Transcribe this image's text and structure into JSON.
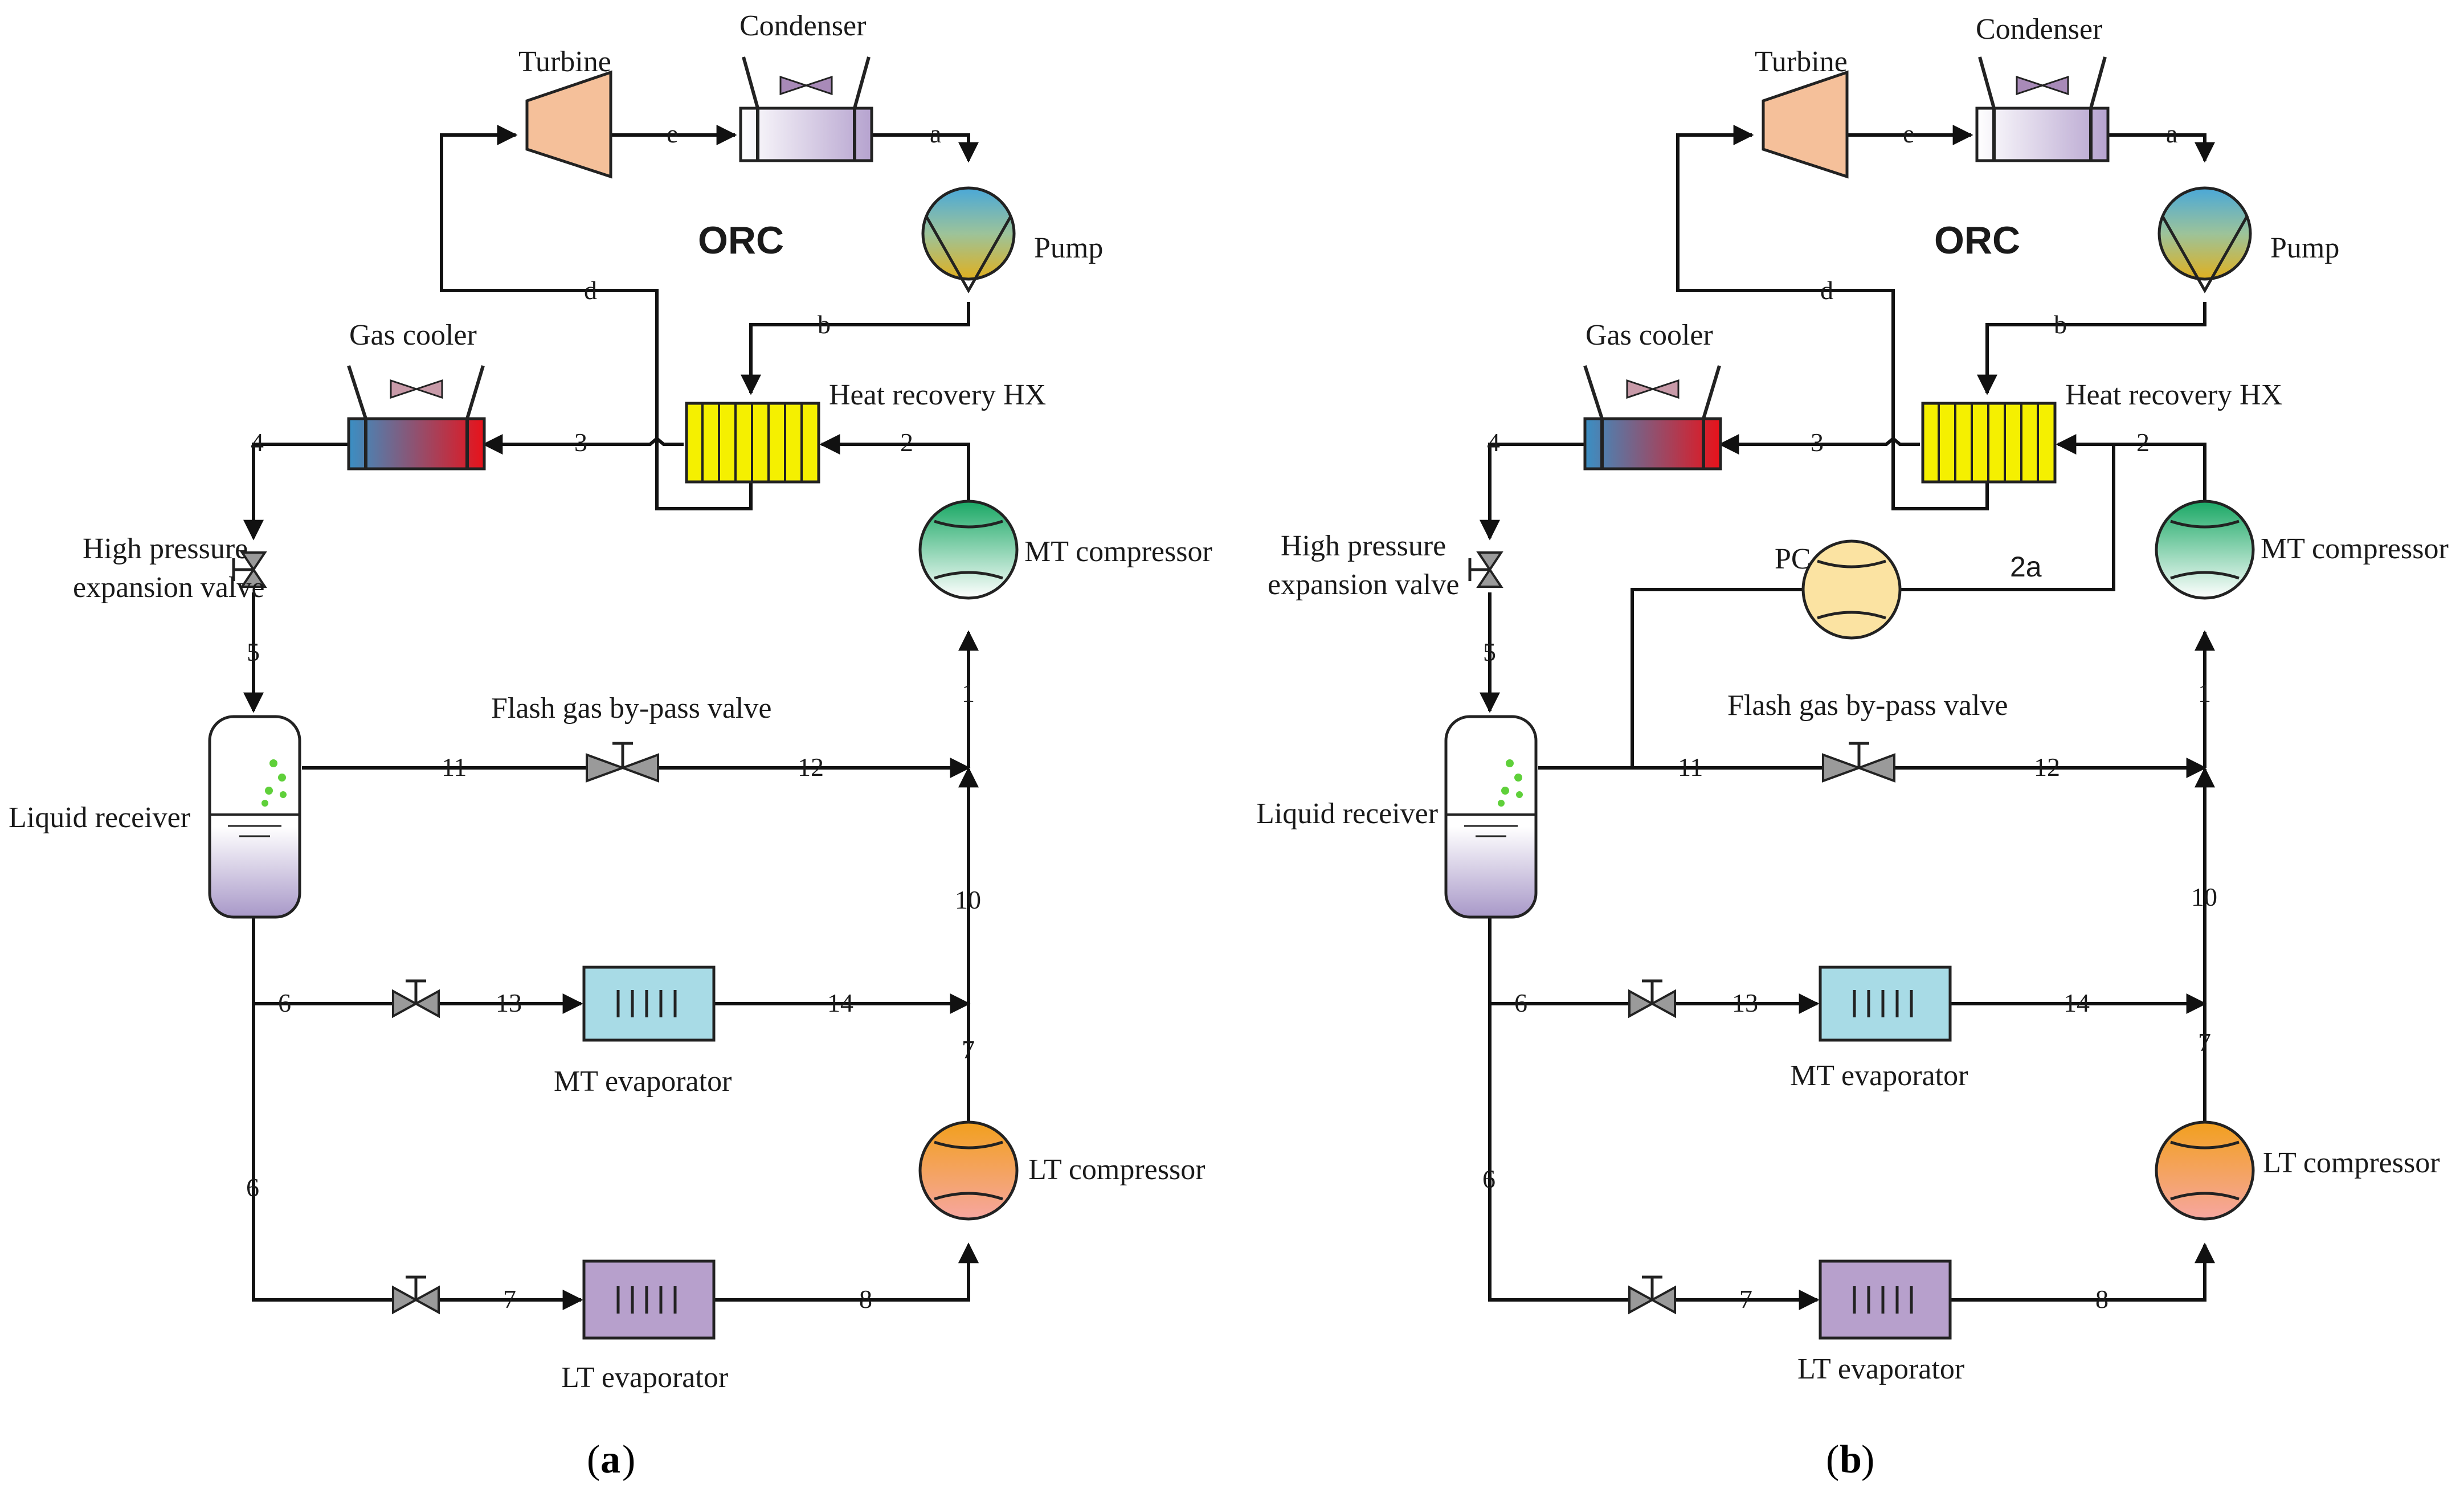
{
  "panels": [
    {
      "id": "a",
      "caption_letter": "a",
      "labels": {
        "turbine": "Turbine",
        "condenser": "Condenser",
        "pump": "Pump",
        "orc": "ORC",
        "gas_cooler": "Gas cooler",
        "heat_recovery_hx": "Heat recovery HX",
        "mt_compressor": "MT compressor",
        "hp_valve_line1": "High pressure",
        "hp_valve_line2": "expansion valve",
        "liquid_receiver": "Liquid receiver",
        "flash_gas_valve": "Flash gas by-pass valve",
        "mt_evaporator": "MT evaporator",
        "lt_compressor": "LT compressor",
        "lt_evaporator": "LT evaporator"
      },
      "states": {
        "e": "e",
        "a": "a",
        "d": "d",
        "b": "b",
        "s1": "1",
        "s2": "2",
        "s3": "3",
        "s4": "4",
        "s5": "5",
        "s6a": "6",
        "s6b": "6",
        "s7a": "7",
        "s7b": "7",
        "s8": "8",
        "s10": "10",
        "s11": "11",
        "s12": "12",
        "s13": "13",
        "s14": "14"
      }
    },
    {
      "id": "b",
      "caption_letter": "b",
      "labels": {
        "turbine": "Turbine",
        "condenser": "Condenser",
        "pump": "Pump",
        "orc": "ORC",
        "gas_cooler": "Gas cooler",
        "heat_recovery_hx": "Heat recovery HX",
        "mt_compressor": "MT compressor",
        "hp_valve_line1": "High pressure",
        "hp_valve_line2": "expansion valve",
        "liquid_receiver": "Liquid receiver",
        "flash_gas_valve": "Flash gas by-pass valve",
        "mt_evaporator": "MT evaporator",
        "lt_compressor": "LT compressor",
        "lt_evaporator": "LT evaporator",
        "pc": "PC"
      },
      "states": {
        "e": "e",
        "a": "a",
        "d": "d",
        "b": "b",
        "s1": "1",
        "s2": "2",
        "s2a": "2a",
        "s3": "3",
        "s4": "4",
        "s5": "5",
        "s6a": "6",
        "s6b": "6",
        "s7a": "7",
        "s7b": "7",
        "s8": "8",
        "s10": "10",
        "s11": "11",
        "s12": "12",
        "s13": "13",
        "s14": "14"
      }
    }
  ],
  "colors": {
    "turbine_fill": "#f5c09a",
    "hx_fill": "#f5f000",
    "mt_evaporator_fill": "#a8dbe6",
    "lt_evaporator_fill": "#b7a0cc",
    "gas_cooler_cold": "#3a8fc4",
    "gas_cooler_hot": "#e8121a",
    "mt_compressor_fill": "#2fbf7a",
    "lt_compressor_fill": "#f2a01e",
    "pc_fill": "#fbe3a2",
    "pump_top": "#4aa8d8",
    "pump_bottom": "#e0b020",
    "receiver_liquid": "#a898c8",
    "flash_bubbles": "#5fd03a"
  },
  "icons": [
    "fan-icon",
    "valve-icon",
    "compressor-icon",
    "pump-icon",
    "turbine-icon",
    "heat-exchanger-icon"
  ]
}
